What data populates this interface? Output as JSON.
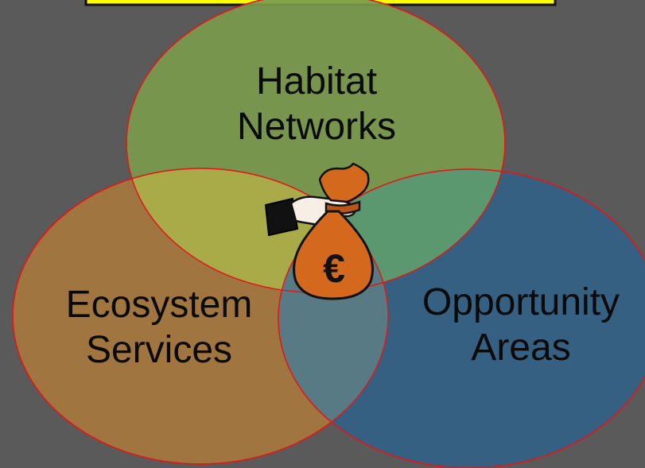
{
  "diagram": {
    "type": "venn",
    "sets": [
      {
        "id": "habitat",
        "lines": [
          "Habitat",
          "Networks"
        ],
        "color": "#7a9a4c"
      },
      {
        "id": "ecosystem",
        "lines": [
          "Ecosystem",
          "Services"
        ],
        "color": "#a8783c"
      },
      {
        "id": "opportunity",
        "lines": [
          "Opportunity",
          "Areas"
        ],
        "color": "#2f6189"
      }
    ],
    "outline_color": "#e01818",
    "title_box": {
      "fill": "#ffff00",
      "border": "#111111"
    },
    "center_icon": "money-bag-euro-icon"
  }
}
